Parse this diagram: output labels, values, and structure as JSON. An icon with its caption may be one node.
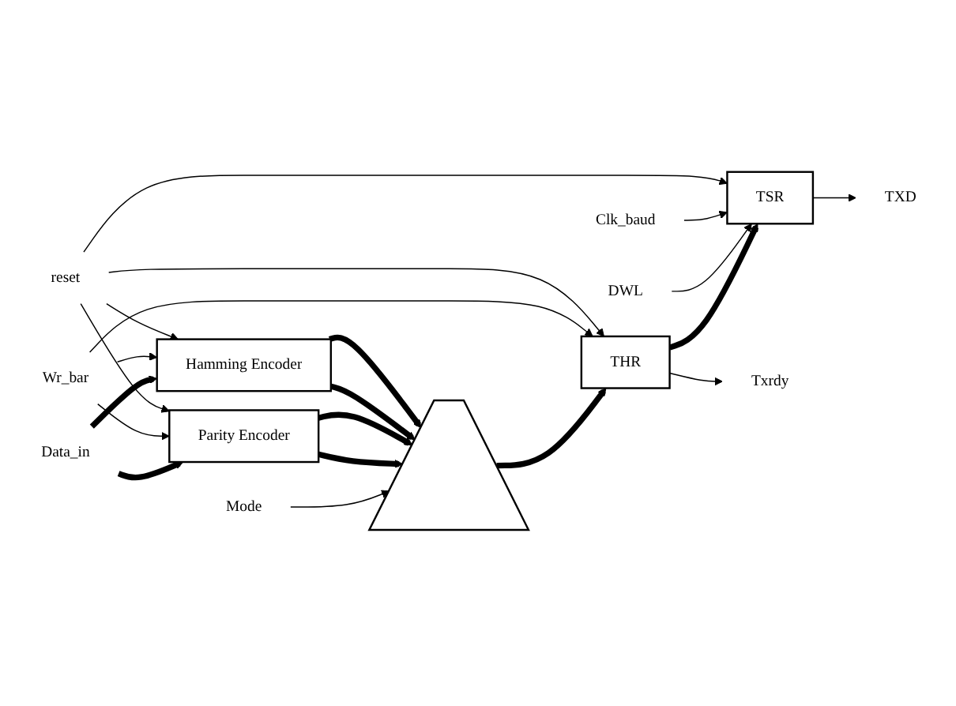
{
  "diagram": {
    "nodes": [
      {
        "text": [
          "Mode"
        ]
      },
      {
        "text": [
          "Data_in"
        ]
      },
      {
        "text": [
          "Parity Encoder"
        ]
      },
      {
        "text": [
          "Hamming Encoder"
        ]
      },
      {
        "text": [],
        "shape": "trapezoid"
      },
      {
        "text": [
          "THR"
        ]
      },
      {
        "text": [
          "TSR"
        ]
      },
      {
        "text": [
          "TXD"
        ]
      },
      {
        "text": [
          "Wr_bar"
        ]
      },
      {
        "text": [
          "DWL"
        ]
      },
      {
        "text": [
          "Clk_baud"
        ]
      },
      {
        "text": [
          "Txrdy"
        ]
      },
      {
        "text": [
          "reset"
        ]
      }
    ],
    "edges": [
      {
        "from": 0,
        "to": 4,
        "arrow": "to"
      },
      {
        "from": 1,
        "to": 2,
        "arrow": "to",
        "style": "thick"
      },
      {
        "from": 1,
        "to": 3,
        "arrow": "to",
        "style": "thick"
      },
      {
        "from": 2,
        "to": 4,
        "arrow": "to",
        "style": "thick"
      },
      {
        "from": 2,
        "to": 4,
        "arrow": "to",
        "style": "thick"
      },
      {
        "from": 3,
        "to": 4,
        "arrow": "to",
        "style": "thick"
      },
      {
        "from": 3,
        "to": 4,
        "arrow": "to",
        "style": "thick"
      },
      {
        "from": 4,
        "to": 5,
        "arrow": "to",
        "style": "thick"
      },
      {
        "from": 5,
        "to": 6,
        "arrow": "to",
        "style": "thick"
      },
      {
        "from": 6,
        "to": 7,
        "arrow": "to"
      },
      {
        "from": 8,
        "to": 3,
        "arrow": "to"
      },
      {
        "from": 8,
        "to": 2,
        "arrow": "to"
      },
      {
        "from": 8,
        "to": 5,
        "arrow": "to"
      },
      {
        "from": 9,
        "to": 6,
        "arrow": "to"
      },
      {
        "from": 10,
        "to": 6,
        "arrow": "to"
      },
      {
        "from": 5,
        "to": 11,
        "arrow": "to"
      },
      {
        "from": 12,
        "to": 3,
        "arrow": "to"
      },
      {
        "from": 12,
        "to": 2,
        "arrow": "to"
      },
      {
        "from": 12,
        "to": 5,
        "arrow": "to"
      },
      {
        "from": 12,
        "to": 6,
        "arrow": "to"
      }
    ]
  }
}
